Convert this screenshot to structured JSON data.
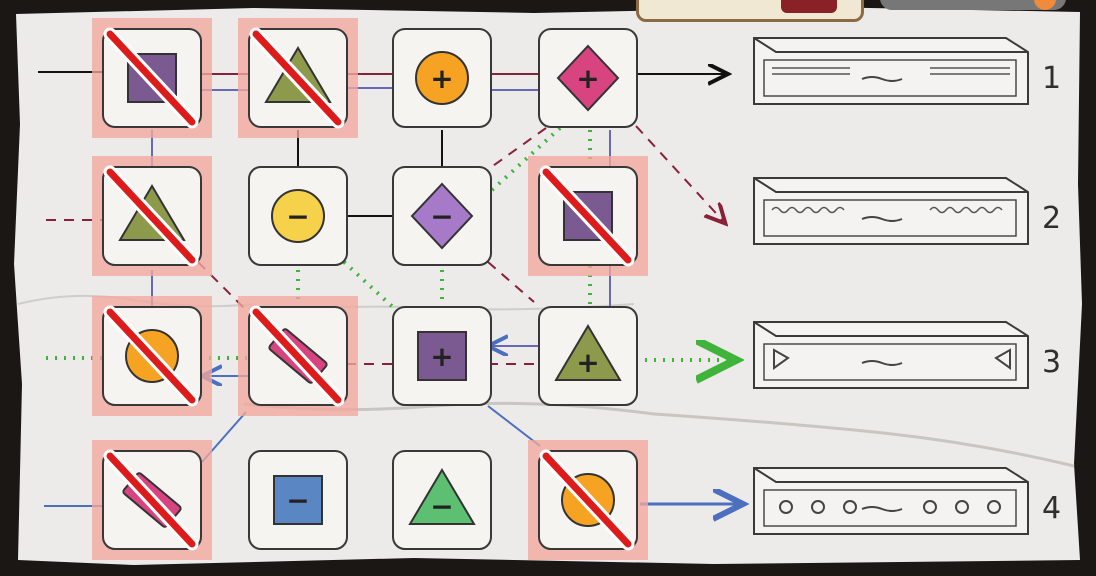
{
  "outputs": [
    {
      "label": "1",
      "pattern": "lines"
    },
    {
      "label": "2",
      "pattern": "waves"
    },
    {
      "label": "3",
      "pattern": "triangles"
    },
    {
      "label": "4",
      "pattern": "circles"
    }
  ],
  "nodes": [
    {
      "id": "r1c1",
      "row": 1,
      "col": 1,
      "shape": "square",
      "color": "#7b5a92",
      "sign": "",
      "crossed": true
    },
    {
      "id": "r1c2",
      "row": 1,
      "col": 2,
      "shape": "triangle",
      "color": "#8e9a4b",
      "sign": "",
      "crossed": true
    },
    {
      "id": "r1c3",
      "row": 1,
      "col": 3,
      "shape": "circle",
      "color": "#f6a323",
      "sign": "+",
      "crossed": false
    },
    {
      "id": "r1c4",
      "row": 1,
      "col": 4,
      "shape": "diamond",
      "color": "#d8447f",
      "sign": "+",
      "crossed": false
    },
    {
      "id": "r2c1",
      "row": 2,
      "col": 1,
      "shape": "triangle",
      "color": "#8e9a4b",
      "sign": "",
      "crossed": true
    },
    {
      "id": "r2c2",
      "row": 2,
      "col": 2,
      "shape": "circle",
      "color": "#f6d24a",
      "sign": "−",
      "crossed": false
    },
    {
      "id": "r2c3",
      "row": 2,
      "col": 3,
      "shape": "diamond",
      "color": "#a67ac9",
      "sign": "−",
      "crossed": false
    },
    {
      "id": "r2c4",
      "row": 2,
      "col": 4,
      "shape": "square",
      "color": "#7b5a92",
      "sign": "",
      "crossed": true
    },
    {
      "id": "r3c1",
      "row": 3,
      "col": 1,
      "shape": "circle",
      "color": "#f6a323",
      "sign": "",
      "crossed": true
    },
    {
      "id": "r3c2",
      "row": 3,
      "col": 2,
      "shape": "pill",
      "color": "#d8447f",
      "sign": "",
      "crossed": true
    },
    {
      "id": "r3c3",
      "row": 3,
      "col": 3,
      "shape": "square",
      "color": "#7b5a92",
      "sign": "+",
      "crossed": false
    },
    {
      "id": "r3c4",
      "row": 3,
      "col": 4,
      "shape": "triangle",
      "color": "#8e9a4b",
      "sign": "+",
      "crossed": false
    },
    {
      "id": "r4c1",
      "row": 4,
      "col": 1,
      "shape": "pill",
      "color": "#d8447f",
      "sign": "",
      "crossed": true
    },
    {
      "id": "r4c2",
      "row": 4,
      "col": 2,
      "shape": "square",
      "color": "#5b86c4",
      "sign": "−",
      "crossed": false
    },
    {
      "id": "r4c3",
      "row": 4,
      "col": 3,
      "shape": "triangle",
      "color": "#5cbf72",
      "sign": "−",
      "crossed": false
    },
    {
      "id": "r4c4",
      "row": 4,
      "col": 4,
      "shape": "circle",
      "color": "#f6a323",
      "sign": "",
      "crossed": true
    }
  ],
  "colors": {
    "paper": "#ecebea",
    "ink": "#2f2f2f",
    "wire_black": "#111111",
    "wire_blue": "#6a66b8",
    "wire_red": "#8a2138",
    "wire_green": "#3fb33a",
    "highlight": "#f2a89e",
    "strike": "#dd1b1b"
  }
}
